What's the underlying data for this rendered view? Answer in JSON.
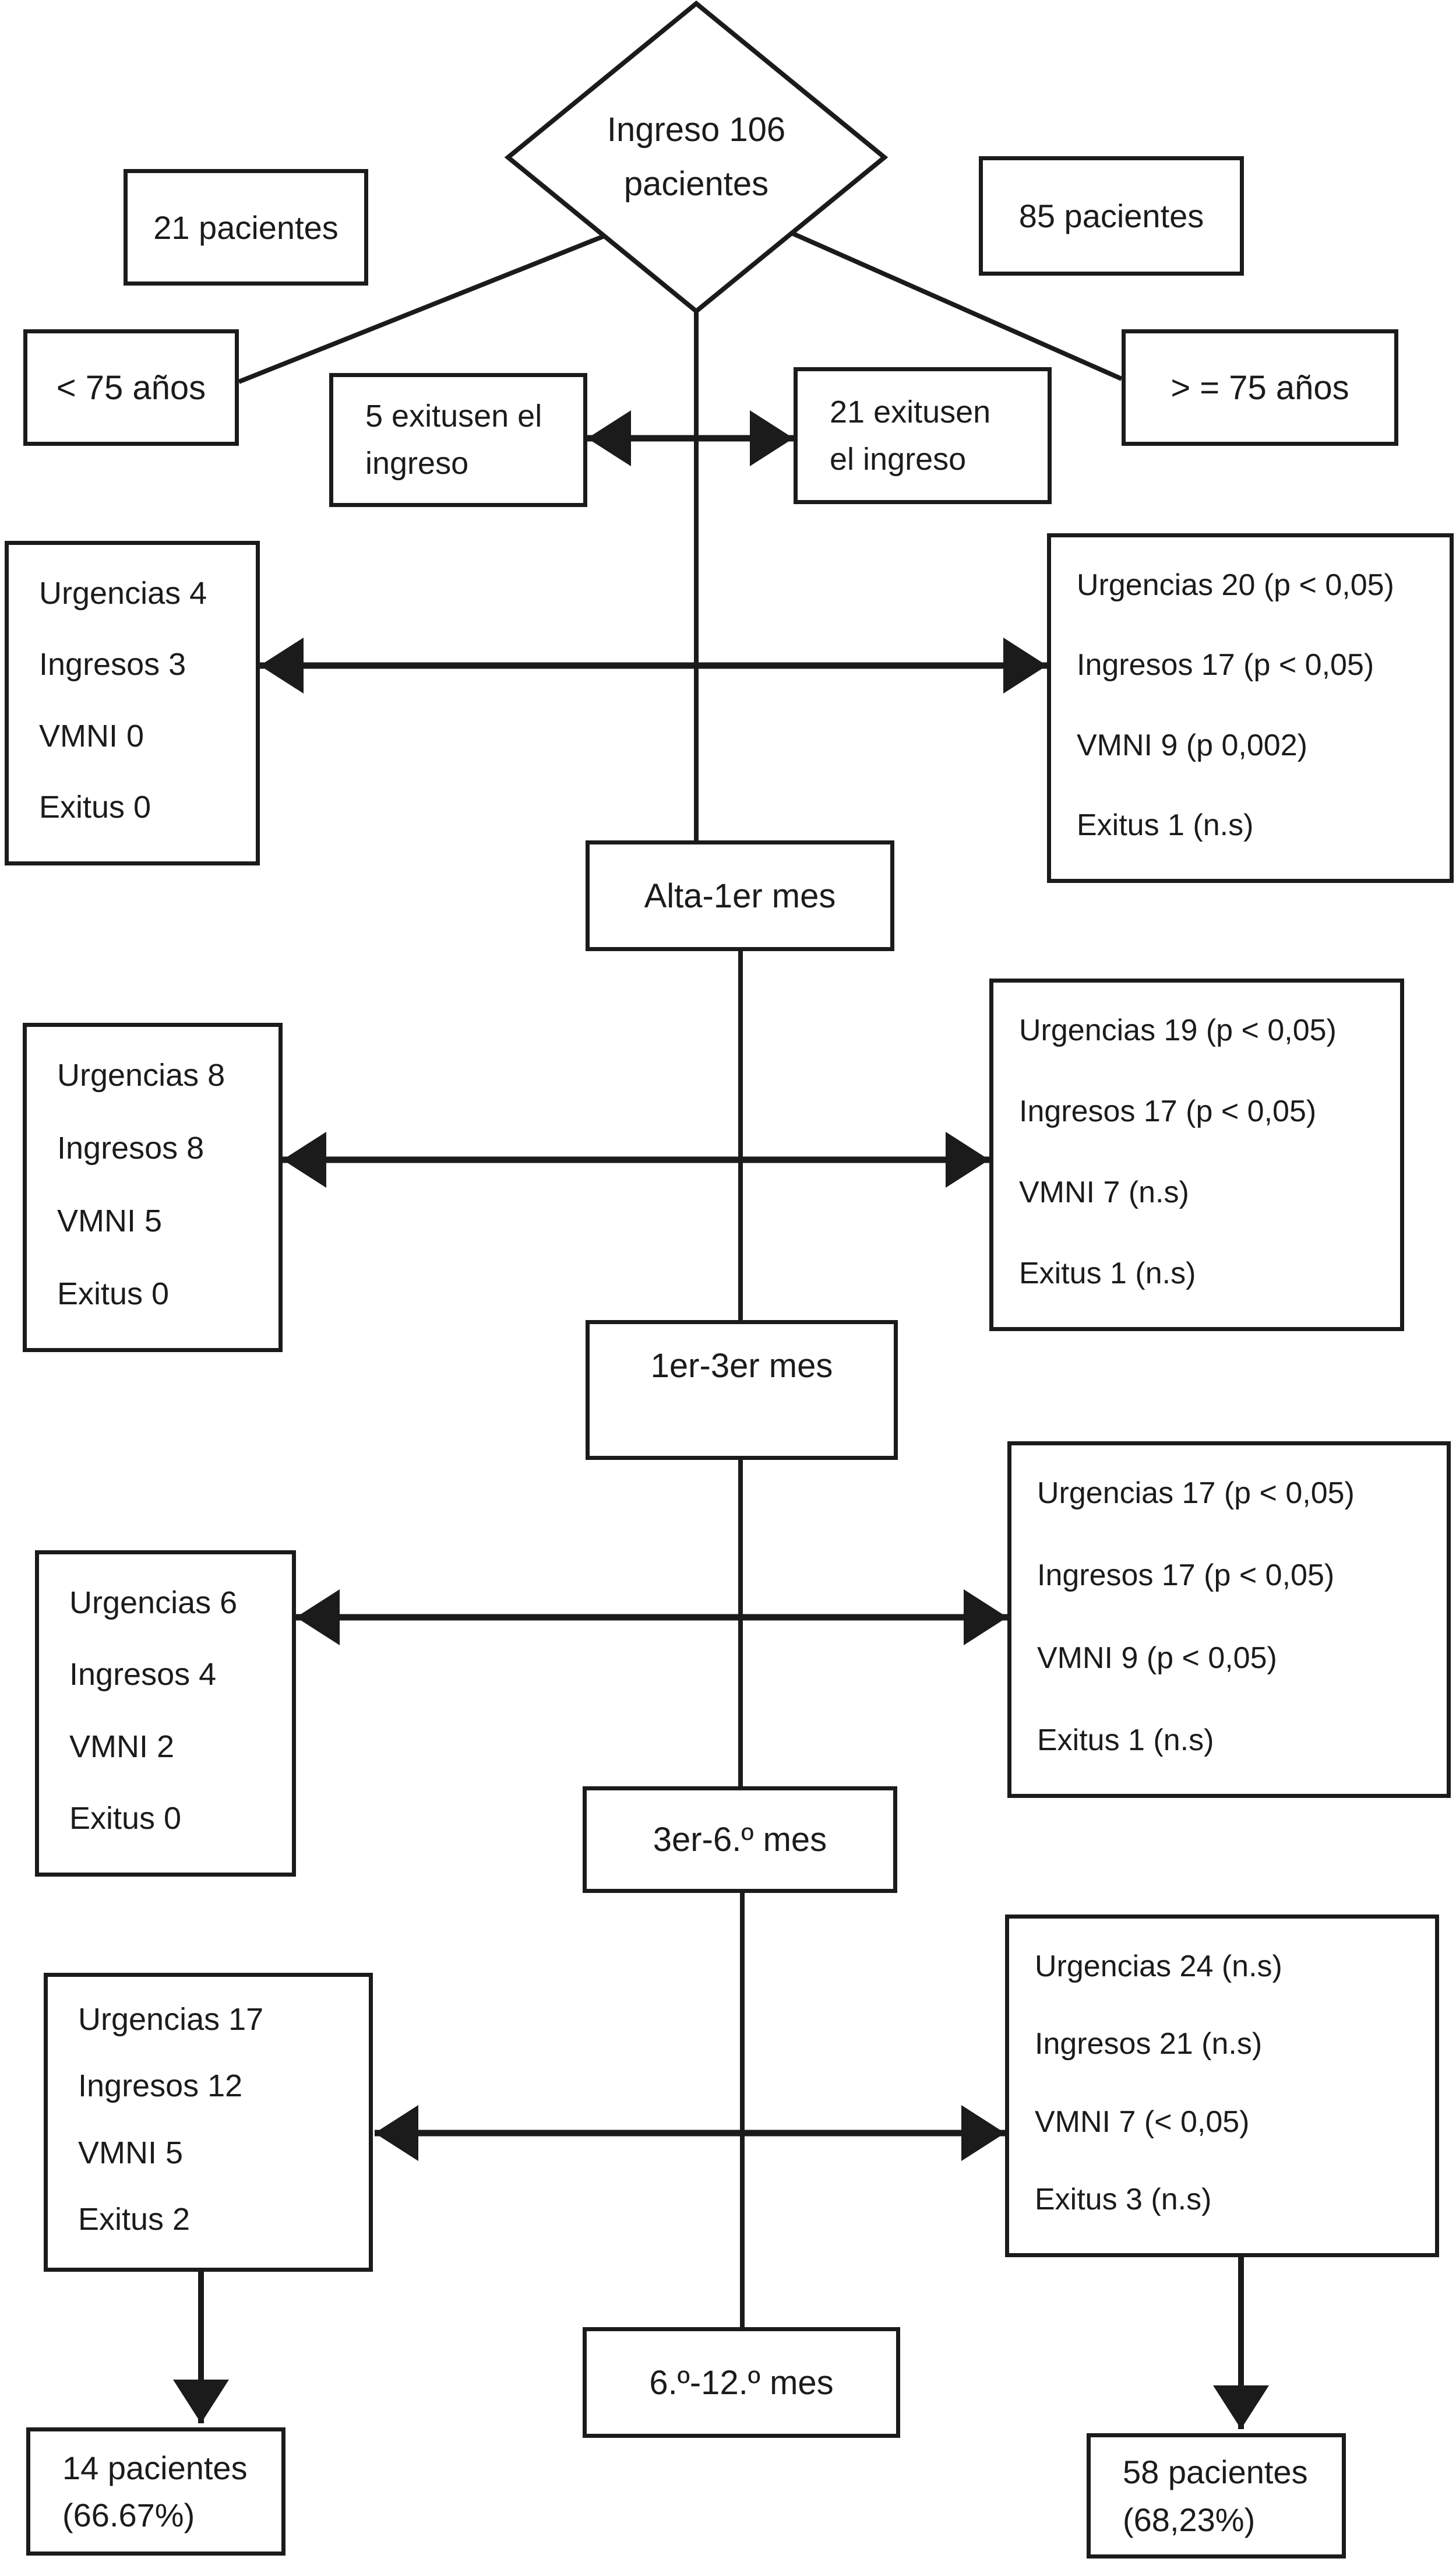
{
  "flowchart": {
    "root": {
      "line1": "Ingreso 106",
      "line2": "pacientes"
    },
    "timeline": [
      "Alta-1er mes",
      "1er-3er mes",
      "3er-6.º mes",
      "6.º-12.º mes"
    ],
    "left_branch": {
      "count": "21 pacientes",
      "age": "< 75 años",
      "exitus_admission": {
        "line1": "5 exitusen el",
        "line2": "ingreso"
      },
      "periods": [
        {
          "stats": [
            "Urgencias 4",
            "Ingresos 3",
            "VMNI 0",
            "Exitus 0"
          ]
        },
        {
          "stats": [
            "Urgencias 8",
            "Ingresos 8",
            "VMNI 5",
            "Exitus 0"
          ]
        },
        {
          "stats": [
            "Urgencias 6",
            "Ingresos 4",
            "VMNI 2",
            "Exitus 0"
          ]
        },
        {
          "stats": [
            "Urgencias 17",
            "Ingresos 12",
            "VMNI 5",
            "Exitus 2"
          ]
        }
      ],
      "final": {
        "line1": "14 pacientes",
        "line2": "(66.67%)"
      }
    },
    "right_branch": {
      "count": "85 pacientes",
      "age": "> = 75 años",
      "exitus_admission": {
        "line1": "21 exitusen",
        "line2": "el ingreso"
      },
      "periods": [
        {
          "stats": [
            "Urgencias 20 (p < 0,05)",
            "Ingresos 17 (p < 0,05)",
            "VMNI 9 (p 0,002)",
            "Exitus 1 (n.s)"
          ]
        },
        {
          "stats": [
            "Urgencias 19 (p < 0,05)",
            "Ingresos 17 (p < 0,05)",
            "VMNI 7 (n.s)",
            "Exitus 1 (n.s)"
          ]
        },
        {
          "stats": [
            "Urgencias 17 (p < 0,05)",
            "Ingresos 17 (p < 0,05)",
            "VMNI 9 (p < 0,05)",
            "Exitus 1 (n.s)"
          ]
        },
        {
          "stats": [
            "Urgencias 24 (n.s)",
            "Ingresos 21 (n.s)",
            "VMNI 7 (< 0,05)",
            "Exitus 3 (n.s)"
          ]
        }
      ],
      "final": {
        "line1": "58 pacientes",
        "line2": "(68,23%)"
      }
    },
    "colors": {
      "ink": "#1b1b1b",
      "background": "#ffffff"
    }
  }
}
